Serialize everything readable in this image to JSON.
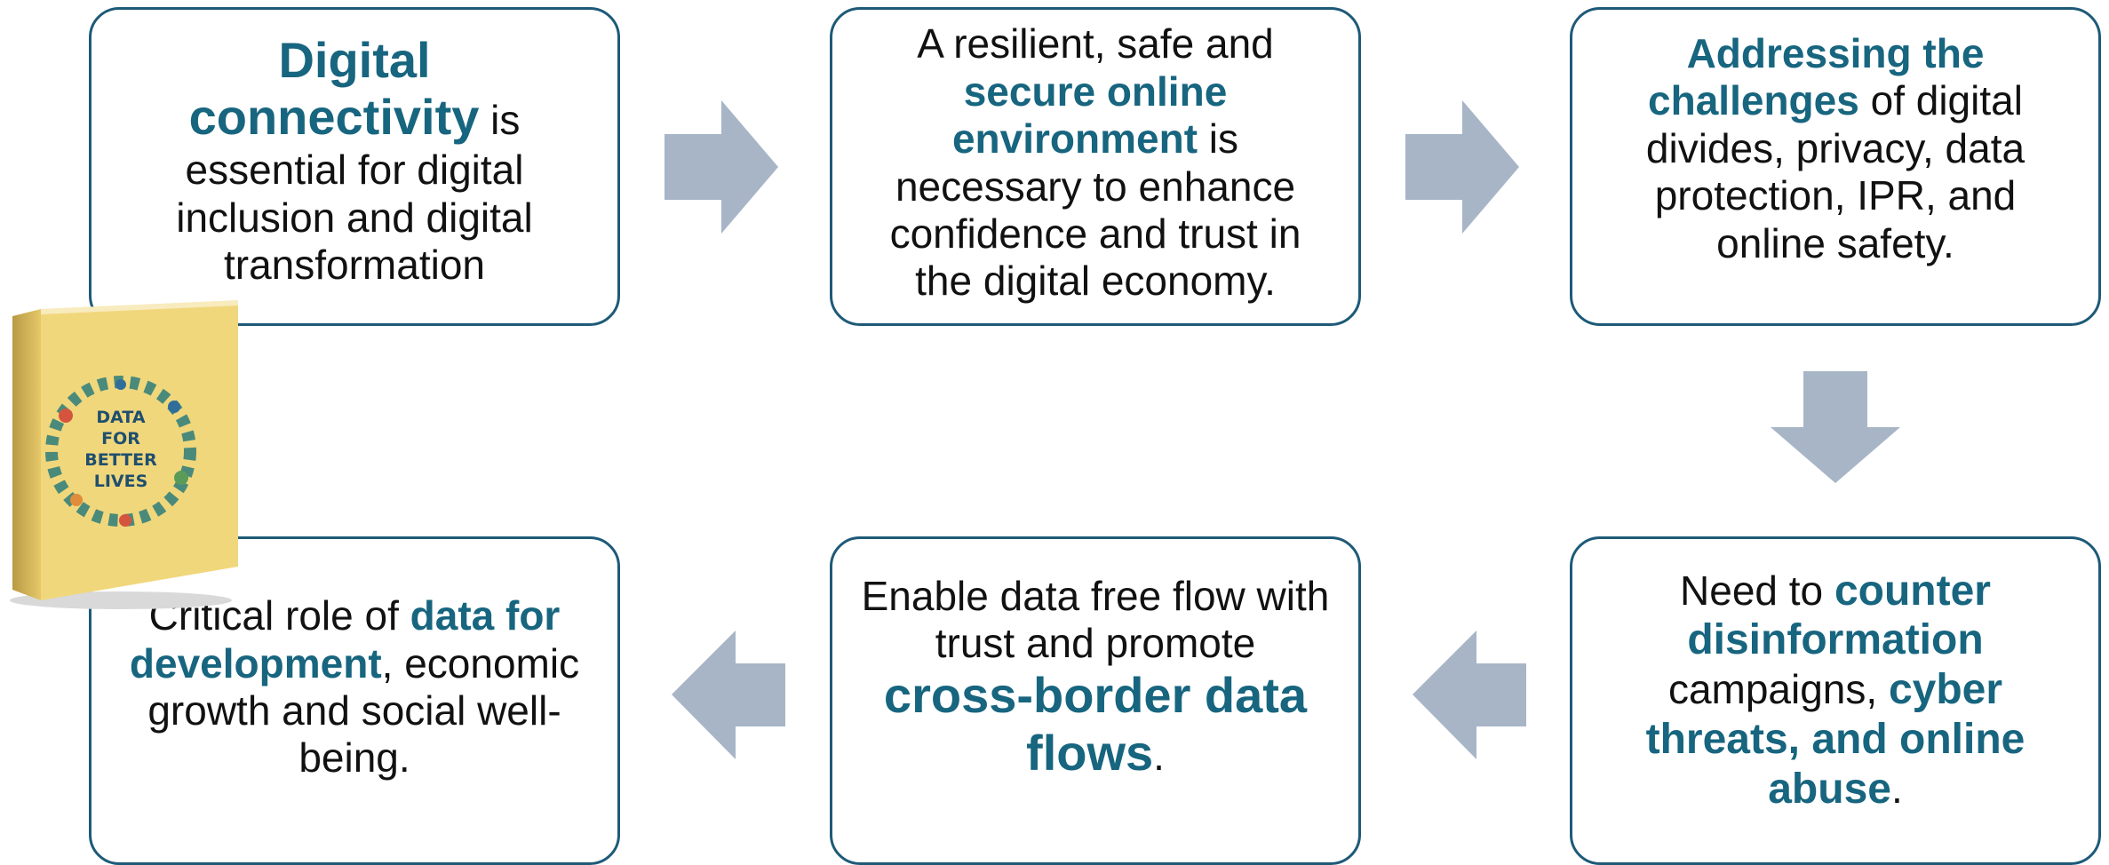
{
  "colors": {
    "border": "#1e5a78",
    "highlight": "#17657f",
    "arrow": "#a7b5c7",
    "text": "#111111"
  },
  "boxes": [
    {
      "h1": "Digital connectivity",
      "t1": " is essential for digital inclusion and digital transformation"
    },
    {
      "t1": "A resilient, safe and ",
      "h1": "secure online environment",
      "t2": " is necessary to enhance confidence and trust in the digital economy."
    },
    {
      "h1": "Addressing the challenges",
      "t1": " of digital divides, privacy, data protection, IPR, and online safety."
    },
    {
      "t1": "Critical role of ",
      "h1": "data for development",
      "t2": ", economic growth and social well-being."
    },
    {
      "t1": "Enable data free flow with trust and promote ",
      "h1": "cross-border data flows",
      "t2": "."
    },
    {
      "t1": "Need to ",
      "h1": "counter disinformation",
      "t2": " campaigns, ",
      "h2": "cyber threats, and online abuse",
      "t3": "."
    }
  ],
  "book": {
    "title_lines": [
      "DATA",
      "FOR",
      "BETTER",
      "LIVES"
    ],
    "cover_color": "#f1d77c",
    "spine_color": "#d8b95a"
  },
  "arrows": [
    "right",
    "right",
    "down",
    "left",
    "left"
  ]
}
